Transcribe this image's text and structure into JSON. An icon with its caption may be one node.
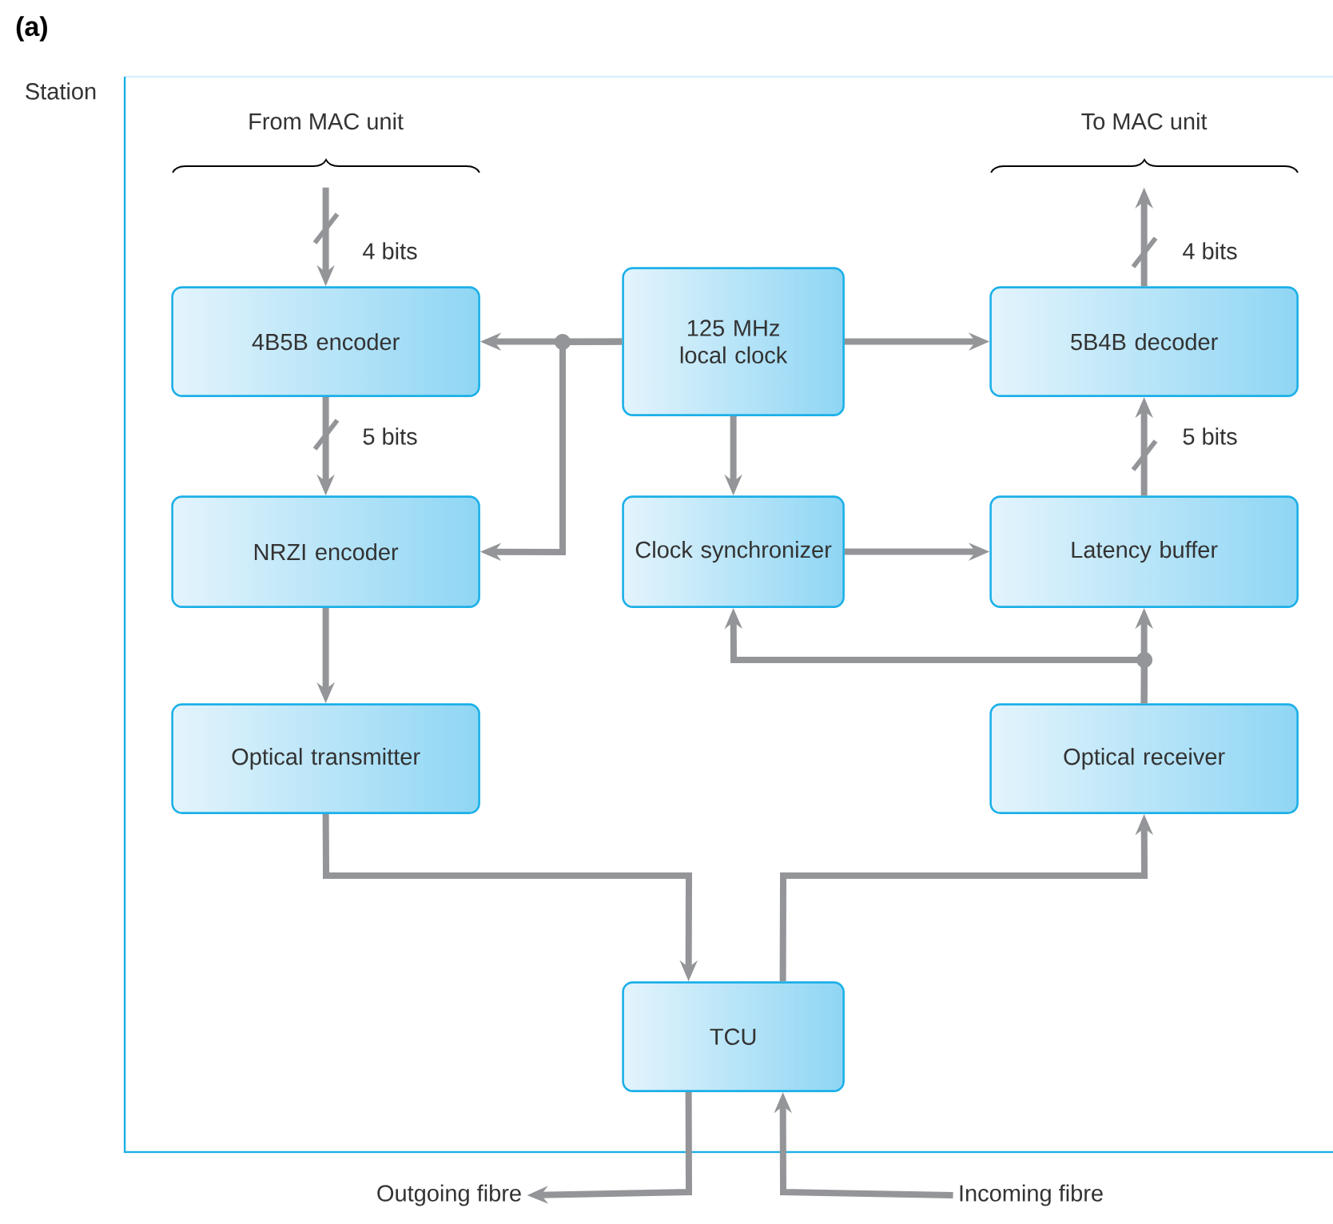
{
  "diagram": {
    "nodes": [
      {
        "text": [
          "Station"
        ]
      },
      {
        "text": [
          "From MAC unit"
        ],
        "in": 0
      },
      {
        "text": [
          "4B5B encoder"
        ],
        "in": 0
      },
      {
        "text": [
          "125 MHz local clock"
        ],
        "in": 0
      },
      {
        "text": [
          "To MAC unit"
        ],
        "in": 0
      },
      {
        "text": [
          "5B4B decoder"
        ],
        "in": 0
      },
      {
        "text": [
          "NRZI encoder"
        ],
        "in": 0
      },
      {
        "text": [
          "Clock synchronizer"
        ],
        "in": 0
      },
      {
        "text": [
          "Latency buffer"
        ],
        "in": 0
      },
      {
        "text": [
          "Optical transmitter"
        ],
        "in": 0
      },
      {
        "text": [
          "Optical receiver"
        ],
        "in": 0
      },
      {
        "text": [
          "TCU"
        ],
        "in": 0
      },
      {
        "text": [
          "Outgoing fibre"
        ]
      },
      {
        "text": [
          "Incoming fibre"
        ]
      }
    ],
    "edges": [
      {
        "from": 1,
        "to": 2,
        "arrow": "to",
        "label": "4 bits"
      },
      {
        "from": 2,
        "to": 6,
        "arrow": "to",
        "label": "5 bits"
      },
      {
        "from": 3,
        "to": 2,
        "arrow": "to"
      },
      {
        "from": 3,
        "to": 6,
        "arrow": "to"
      },
      {
        "from": 3,
        "to": 5,
        "arrow": "to"
      },
      {
        "from": 3,
        "to": 7,
        "arrow": "to"
      },
      {
        "from": 7,
        "to": 8,
        "arrow": "to"
      },
      {
        "from": 10,
        "to": 8,
        "arrow": "to"
      },
      {
        "from": 10,
        "to": 7,
        "arrow": "to"
      },
      {
        "from": 8,
        "to": 5,
        "arrow": "to",
        "label": "5 bits"
      },
      {
        "from": 5,
        "to": 4,
        "arrow": "to",
        "label": "4 bits"
      },
      {
        "from": 6,
        "to": 9,
        "arrow": "to"
      },
      {
        "from": 9,
        "to": 11,
        "arrow": "to"
      },
      {
        "from": 11,
        "to": 10,
        "arrow": "to"
      },
      {
        "from": 11,
        "to": 12,
        "arrow": "to"
      },
      {
        "from": 13,
        "to": 11,
        "arrow": "to"
      }
    ],
    "labels": [
      "(a)"
    ]
  }
}
